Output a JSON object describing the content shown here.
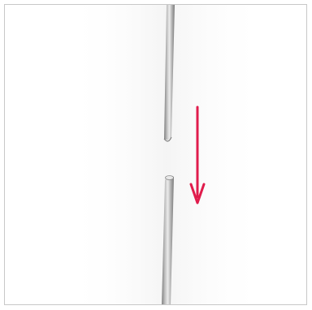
{
  "illustration": {
    "subject": "broken-metal-rod",
    "colors": {
      "frame_border": "#c8c8c8",
      "backdrop": "#f4f4f4",
      "rod_dark": "#8a8a8a",
      "rod_light": "#e6e6e6",
      "rod_mid": "#b4b4b4",
      "arrow": "#e01c4c"
    },
    "arrow_direction": "down",
    "icons": [
      "rod-upper-segment",
      "rod-lower-segment",
      "down-arrow-icon"
    ]
  }
}
